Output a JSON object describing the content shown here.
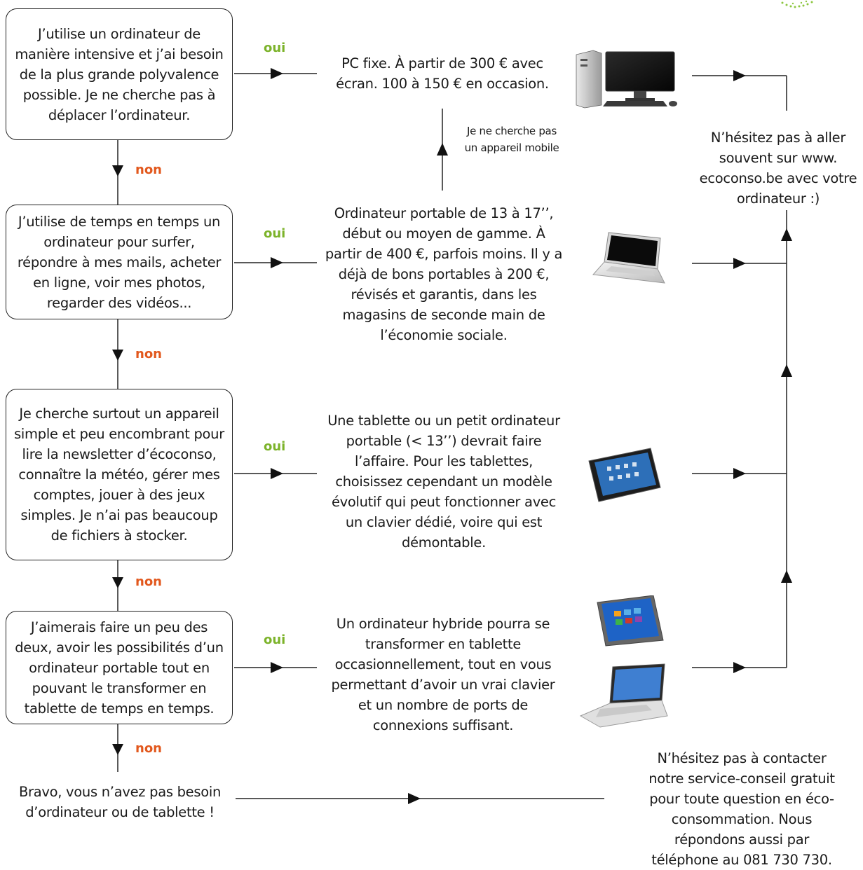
{
  "labels": {
    "yes": "oui",
    "no": "non"
  },
  "questions": [
    "J’utilise un ordinateur de manière intensive et j’ai besoin de la plus grande polyvalence possible. Je ne cherche pas à déplacer l’ordinateur.",
    "J’utilise de temps en temps un ordinateur pour surfer, répondre à mes mails, acheter en ligne, voir mes photos, regarder des vidéos...",
    "Je cherche surtout un appareil simple et peu encombrant pour lire la newsletter d’écoconso, connaître la météo, gérer mes comptes, jouer à des jeux simples. Je n’ai pas beaucoup de fichiers à stocker.",
    "J’aimerais faire un peu des deux, avoir les possibilités d’un ordinateur portable tout en pouvant le transformer en tablette de temps en temps."
  ],
  "answers": [
    "PC fixe. À partir de 300 € avec écran. 100 à 150 € en occasion.",
    "Ordinateur portable de 13 à 17’’, début ou moyen de gamme. À partir de 400 €, parfois moins. Il y a déjà de bons portables à 200 €, révisés et garantis, dans les magasins de seconde main de l’économie sociale.",
    "Une tablette ou un petit ordinateur portable (< 13’’) devrait faire l’affaire. Pour les tablettes, choisissez cependant un modèle évolutif qui peut fonctionner avec un clavier dédié, voire qui est démontable.",
    "Un ordinateur hybride pourra se transformer en tablette occasionnellement, tout en vous permettant d’avoir un vrai clavier et un nombre de ports de connexions suffisant."
  ],
  "not_mobile_note": "Je ne cherche pas un appareil mobile",
  "final_no": "Bravo, vous n’avez pas besoin d’ordinateur ou de tablette !",
  "right_tip": "N’hésitez pas à aller souvent sur www. ecoconso.be avec votre ordinateur :)",
  "contact_tip": "N’hésitez pas à contacter notre service-conseil gratuit pour toute question en éco-consommation. Nous répondons aussi par téléphone au 081 730 730."
}
